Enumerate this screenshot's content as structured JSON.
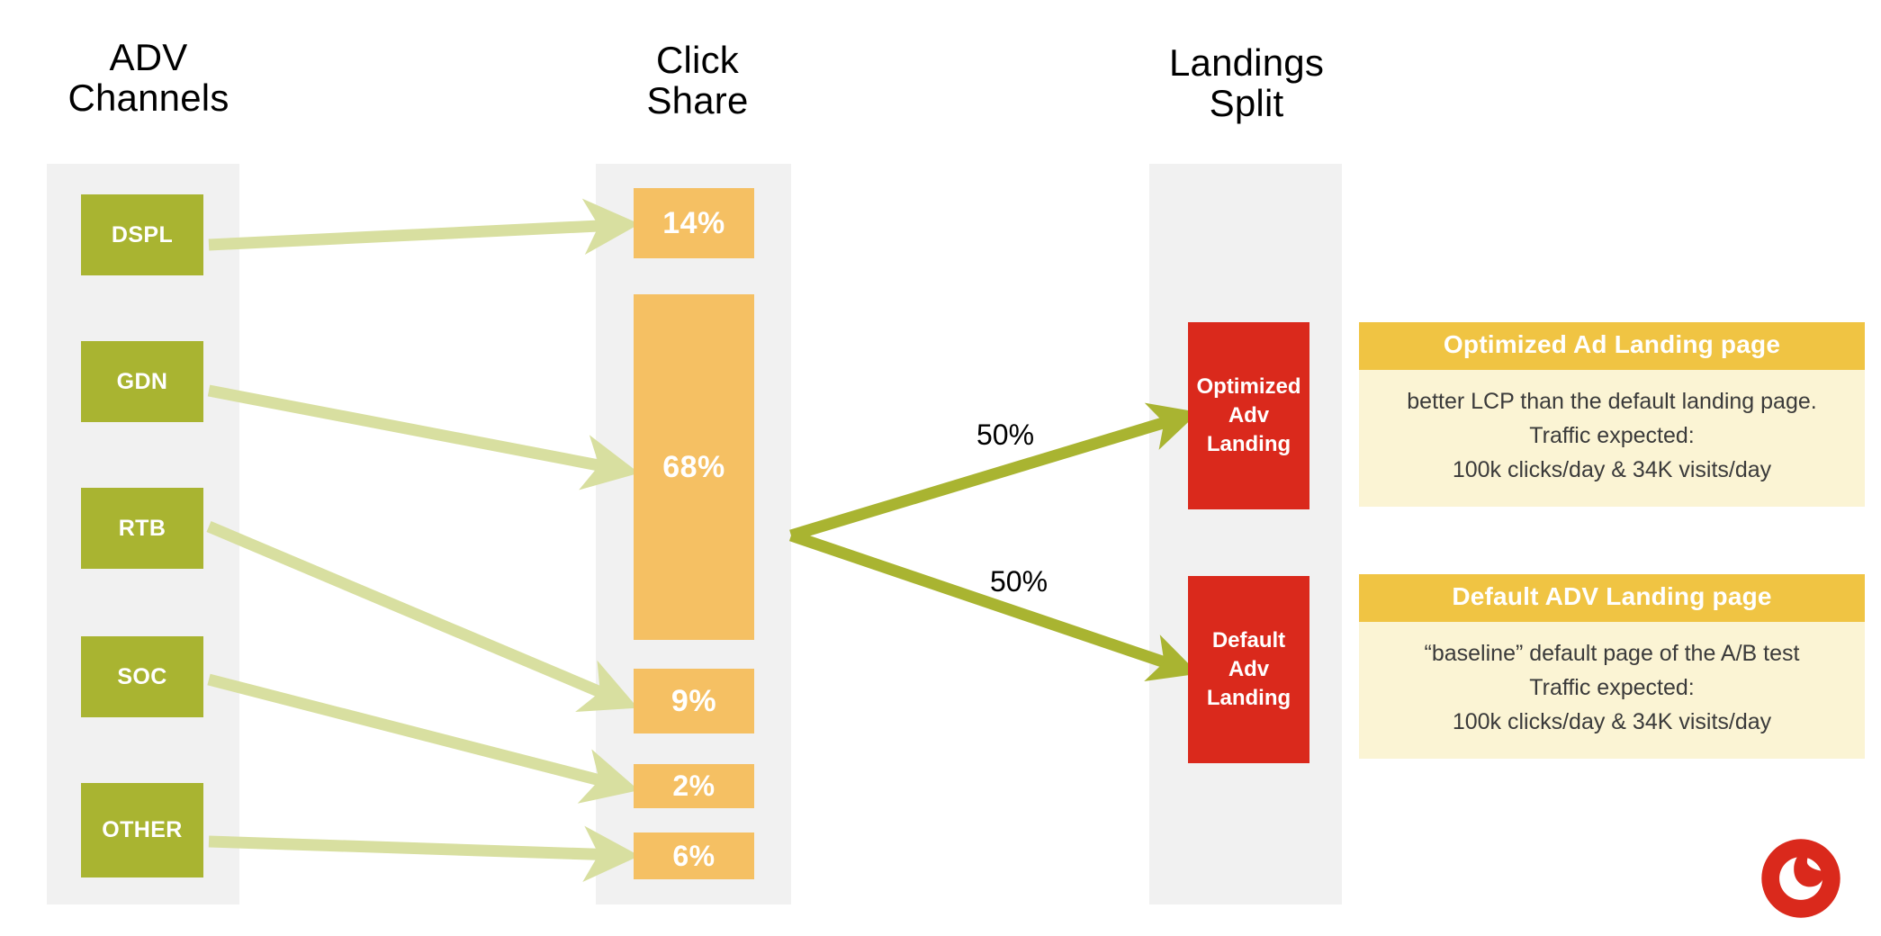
{
  "columns": {
    "adv_channels_title": "ADV\nChannels",
    "click_share_title": "Click\nShare",
    "landings_split_title": "Landings\nSplit"
  },
  "adv_channels": [
    {
      "label": "DSPL"
    },
    {
      "label": "GDN"
    },
    {
      "label": "RTB"
    },
    {
      "label": "SOC"
    },
    {
      "label": "OTHER"
    }
  ],
  "click_share": [
    {
      "label": "14%",
      "value": 14
    },
    {
      "label": "68%",
      "value": 68
    },
    {
      "label": "9%",
      "value": 9
    },
    {
      "label": "2%",
      "value": 2
    },
    {
      "label": "6%",
      "value": 6
    }
  ],
  "landings": [
    {
      "label": "Optimized\nAdv\nLanding",
      "split_label": "50%",
      "split_value": 50
    },
    {
      "label": "Default\nAdv\nLanding",
      "split_label": "50%",
      "split_value": 50
    }
  ],
  "info_cards": [
    {
      "heading": "Optimized Ad Landing page",
      "body": "better LCP than the default landing page.\nTraffic expected:\n100k clicks/day  & 34K visits/day"
    },
    {
      "heading": "Default ADV Landing page",
      "body": "“baseline” default page of the A/B test\nTraffic expected:\n100k clicks/day  & 34K visits/day"
    }
  ],
  "brand": {
    "logo_name": "vodafone-speechmark-logo"
  },
  "colors": {
    "channel_green": "#a9b431",
    "share_orange": "#f5c063",
    "landing_red": "#da291c",
    "card_header_yellow": "#f0c443",
    "card_body_cream": "#fbf4d4",
    "band_grey": "#f1f1f1",
    "light_arrow": "#d8dfa0",
    "bold_arrow": "#a9b431",
    "background": "#ffffff"
  },
  "chart_data": {
    "type": "diagram",
    "title": "ADV Channels → Click Share → Landings Split",
    "stages": [
      "ADV Channels",
      "Click Share",
      "Landings Split"
    ],
    "categories": [
      "DSPL",
      "GDN",
      "RTB",
      "SOC",
      "OTHER"
    ],
    "values": [
      14,
      68,
      9,
      2,
      6
    ],
    "unit": "%",
    "flows": [
      {
        "from": "DSPL",
        "to": "14%",
        "value": 14
      },
      {
        "from": "GDN",
        "to": "68%",
        "value": 68
      },
      {
        "from": "RTB",
        "to": "9%",
        "value": 9
      },
      {
        "from": "SOC",
        "to": "2%",
        "value": 2
      },
      {
        "from": "OTHER",
        "to": "6%",
        "value": 6
      }
    ],
    "split": [
      {
        "to": "Optimized Adv Landing",
        "value": 50,
        "label": "50%"
      },
      {
        "to": "Default Adv Landing",
        "value": 50,
        "label": "50%"
      }
    ],
    "legend": [],
    "grid": false
  }
}
